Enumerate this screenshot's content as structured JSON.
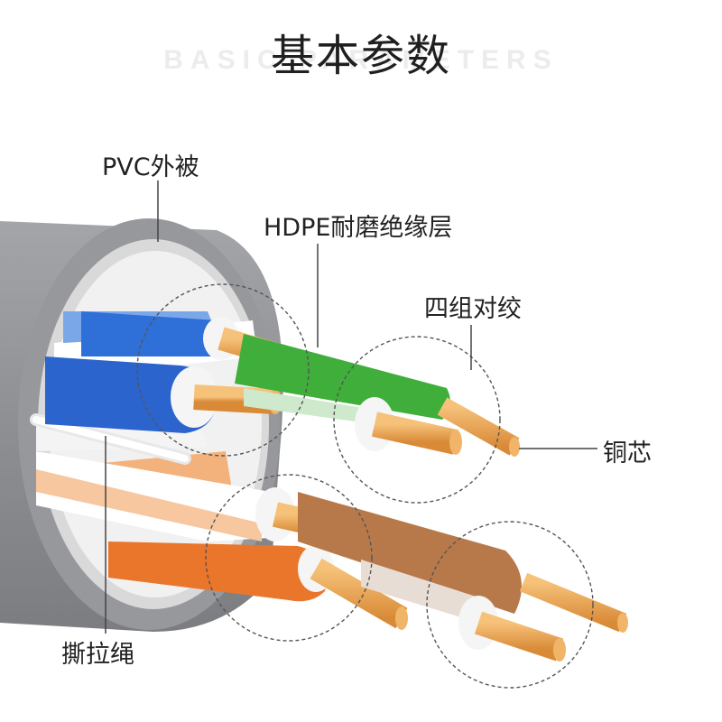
{
  "header": {
    "title": "基本参数",
    "subtitle": "BASIC PARAMETERS"
  },
  "labels": {
    "pvc_jacket": "PVC外被",
    "hdpe_insulation": "HDPE耐磨绝缘层",
    "four_pairs": "四组对绞",
    "copper_core": "铜芯",
    "rip_cord": "撕拉绳"
  },
  "colors": {
    "jacket": "#8a8c90",
    "blue": "#2f6fd8",
    "green": "#3fae3a",
    "orange": "#e9762a",
    "brown": "#b8794a",
    "copper": "#e9a24f"
  }
}
